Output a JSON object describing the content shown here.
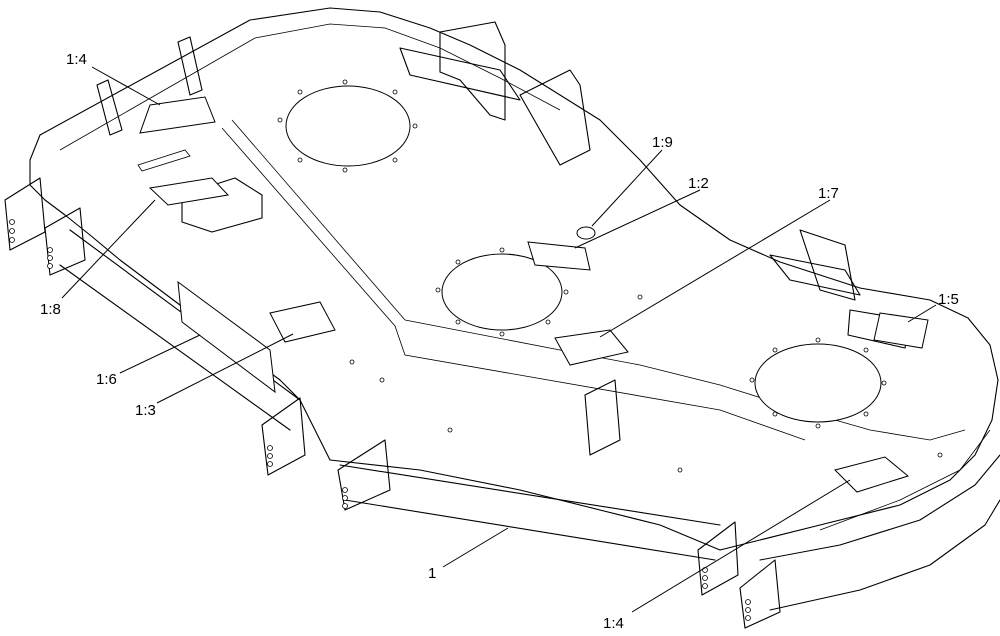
{
  "diagram": {
    "callouts": [
      {
        "id": "c1_4_top",
        "text": "1:4"
      },
      {
        "id": "c1_9",
        "text": "1:9"
      },
      {
        "id": "c1_2",
        "text": "1:2"
      },
      {
        "id": "c1_7",
        "text": "1:7"
      },
      {
        "id": "c1_5",
        "text": "1:5"
      },
      {
        "id": "c1_8",
        "text": "1:8"
      },
      {
        "id": "c1_6",
        "text": "1:6"
      },
      {
        "id": "c1_3",
        "text": "1:3"
      },
      {
        "id": "c1",
        "text": "1"
      },
      {
        "id": "c1_4_bottom",
        "text": "1:4"
      }
    ]
  }
}
